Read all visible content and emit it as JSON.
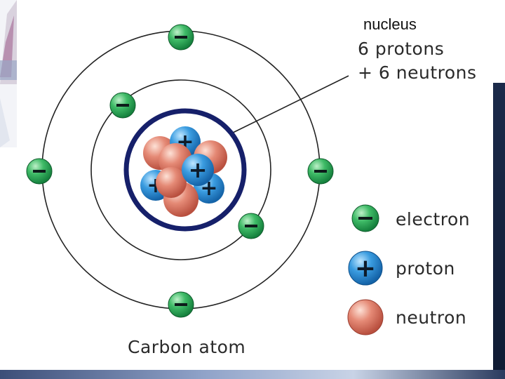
{
  "annotation": {
    "nucleus_word": "nucleus",
    "protons_line": "6 protons",
    "neutrons_line": "+ 6 neutrons"
  },
  "legend": {
    "items": [
      {
        "type": "electron",
        "label": "electron",
        "symbol": "−",
        "color": "#2eaa5c"
      },
      {
        "type": "proton",
        "label": "proton",
        "symbol": "+",
        "color": "#2f8fd8"
      },
      {
        "type": "neutron",
        "label": "neutron",
        "symbol": "",
        "color": "#e07a68"
      }
    ]
  },
  "caption": "Carbon atom",
  "colors": {
    "nucleus_ring": "#16206a",
    "orbit": "#222222",
    "electron": "#2eaa5c",
    "proton": "#2f8fd8",
    "neutron": "#e07a68"
  },
  "counts": {
    "electrons": 6,
    "protons": 6,
    "neutrons": 6
  }
}
